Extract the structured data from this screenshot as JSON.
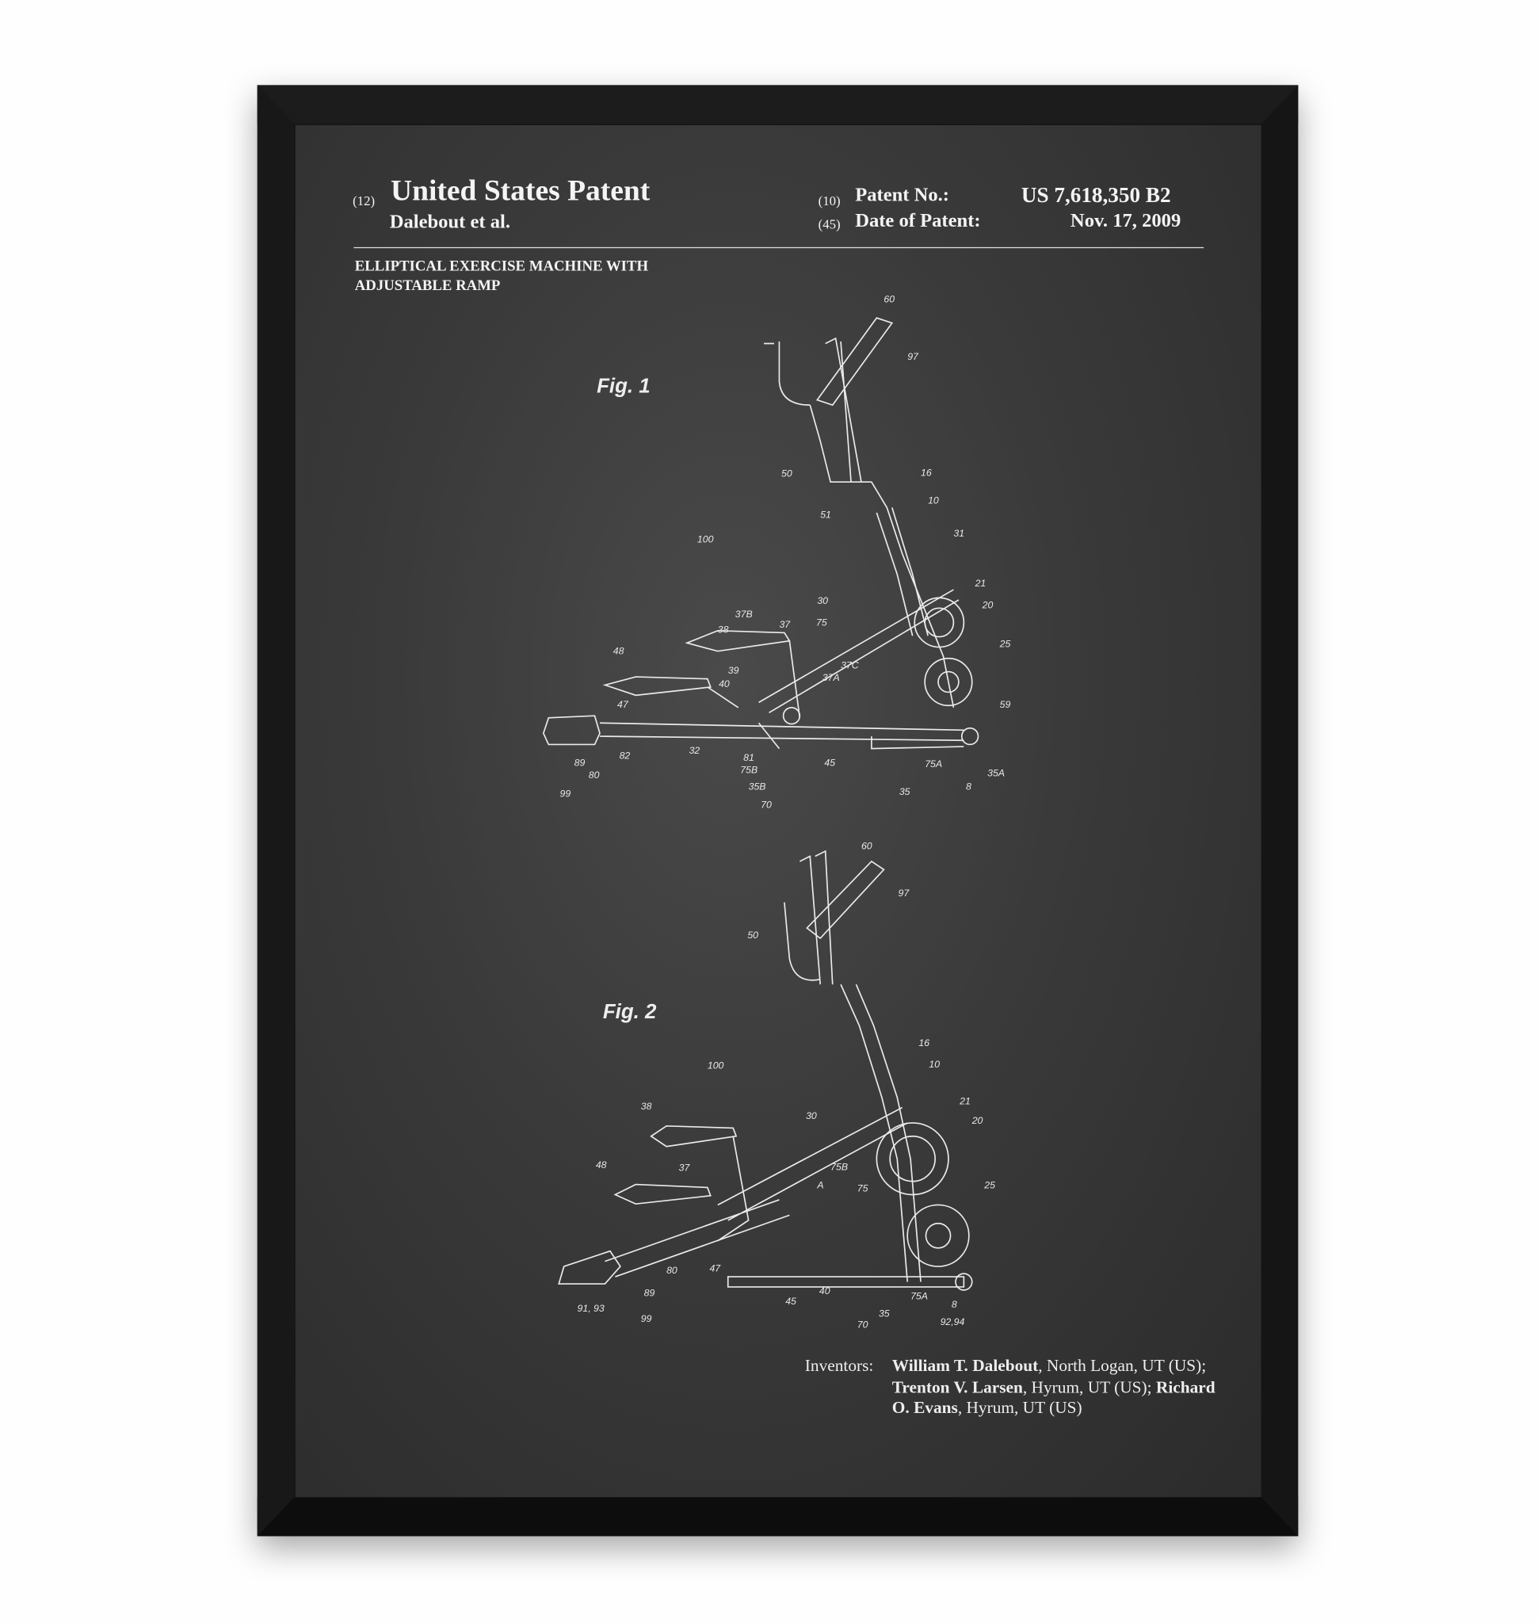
{
  "header": {
    "code12": "(12)",
    "doc_type": "United States Patent",
    "assignee_line": "Dalebout et al.",
    "code10": "(10)",
    "patent_no_label": "Patent No.:",
    "patent_no": "US 7,618,350 B2",
    "code45": "(45)",
    "date_label": "Date of Patent:",
    "date": "Nov. 17, 2009"
  },
  "title_lines": [
    "ELLIPTICAL EXERCISE MACHINE WITH",
    "ADJUSTABLE RAMP"
  ],
  "figures": [
    {
      "label": "Fig. 1",
      "refs": [
        "60",
        "97",
        "50",
        "16",
        "51",
        "10",
        "100",
        "31",
        "21",
        "20",
        "30",
        "75",
        "37B",
        "38",
        "37",
        "25",
        "48",
        "37C",
        "39",
        "37A",
        "40",
        "47",
        "59",
        "81",
        "75B",
        "35B",
        "70",
        "32",
        "82",
        "89",
        "80",
        "99",
        "45",
        "75A",
        "35A",
        "35",
        "8"
      ]
    },
    {
      "label": "Fig. 2",
      "refs": [
        "60",
        "97",
        "50",
        "16",
        "10",
        "100",
        "21",
        "20",
        "30",
        "38",
        "48",
        "37",
        "75B",
        "A",
        "75",
        "25",
        "47",
        "80",
        "89",
        "91, 93",
        "99",
        "45",
        "40",
        "70",
        "35",
        "75A",
        "8",
        "92,94"
      ]
    }
  ],
  "inventors": {
    "label": "Inventors:",
    "list": [
      {
        "name": "William T. Dalebout",
        "location": ", North Logan, UT (US); "
      },
      {
        "name": "Trenton V. Larsen",
        "location": ", Hyrum, UT (US); "
      },
      {
        "name": "Richard O. Evans",
        "location": ", Hyrum, UT (US)"
      }
    ]
  },
  "colors": {
    "board": "#3a3a3a",
    "frame": "#111111",
    "chalk": "#f4f4f4"
  }
}
